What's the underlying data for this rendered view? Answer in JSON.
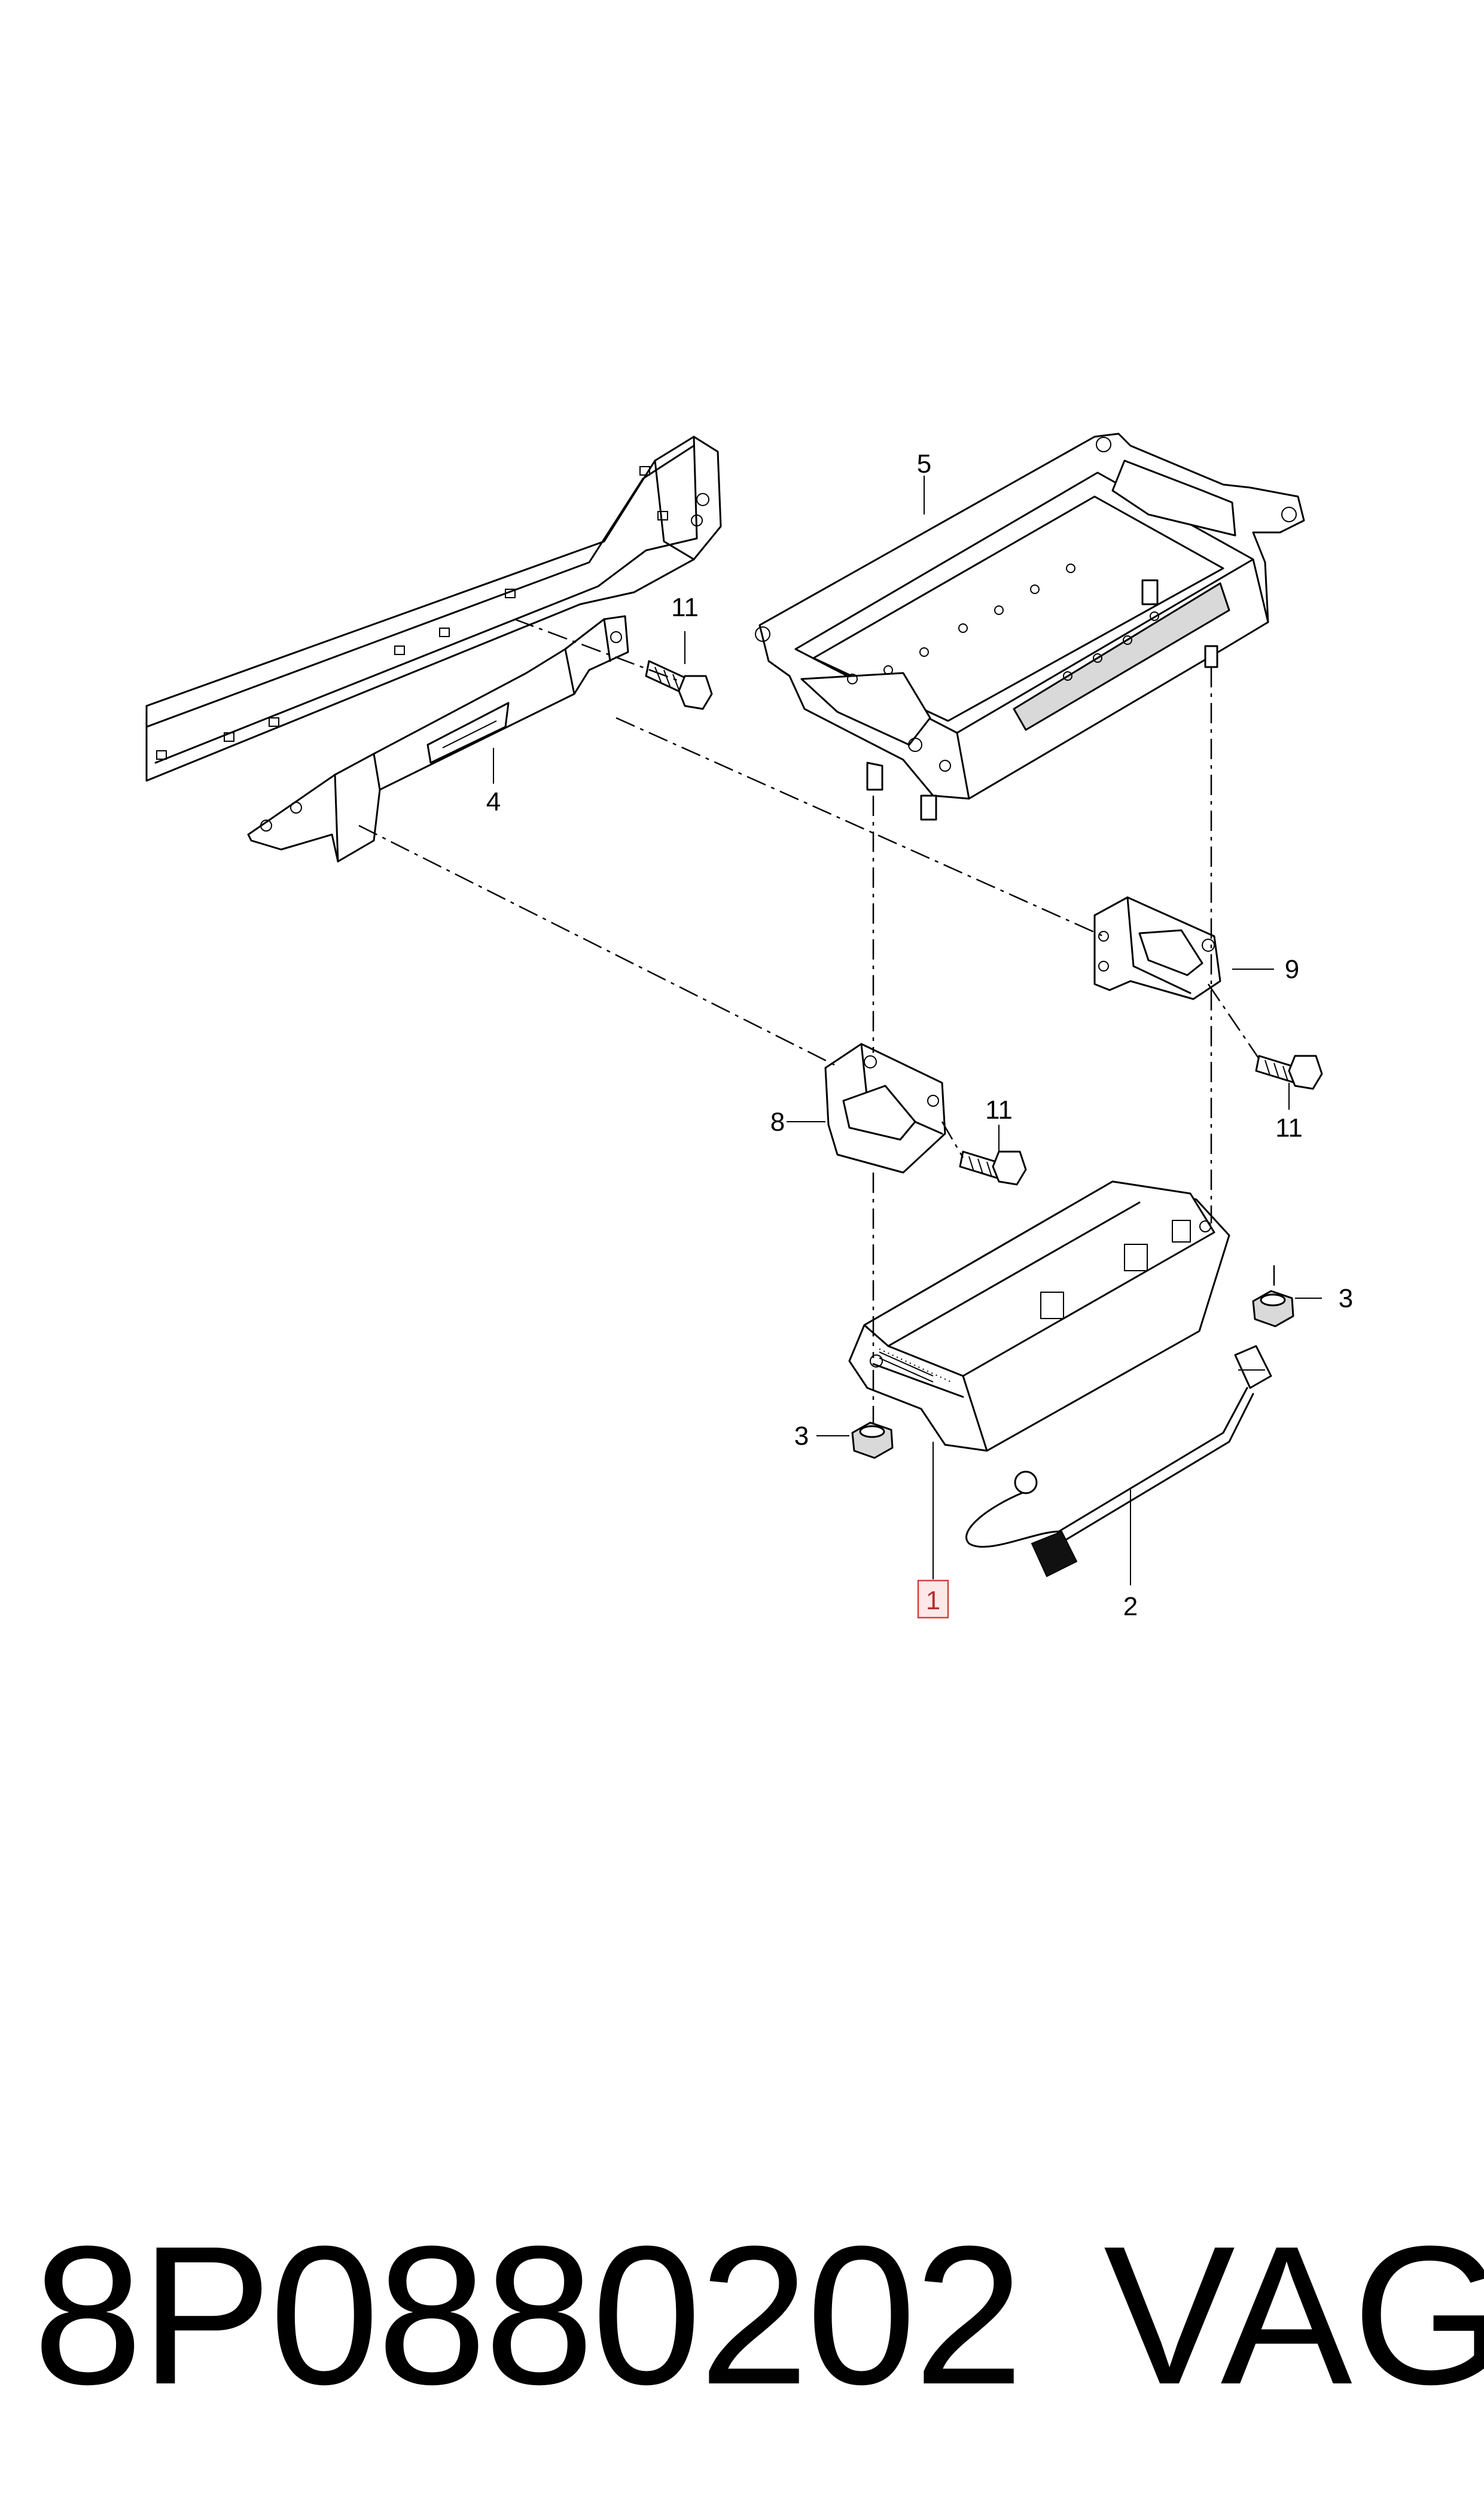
{
  "callouts": {
    "c1": "1",
    "c2": "2",
    "c3a": "3",
    "c3b": "3",
    "c4": "4",
    "c5": "5",
    "c8": "8",
    "c9": "9",
    "c11a": "11",
    "c11b": "11",
    "c11c": "11"
  },
  "footer": {
    "part_number": "8P0880202",
    "brand": "VAG"
  },
  "colors": {
    "line": "#000000",
    "highlight": "#d04040",
    "background": "#ffffff"
  }
}
